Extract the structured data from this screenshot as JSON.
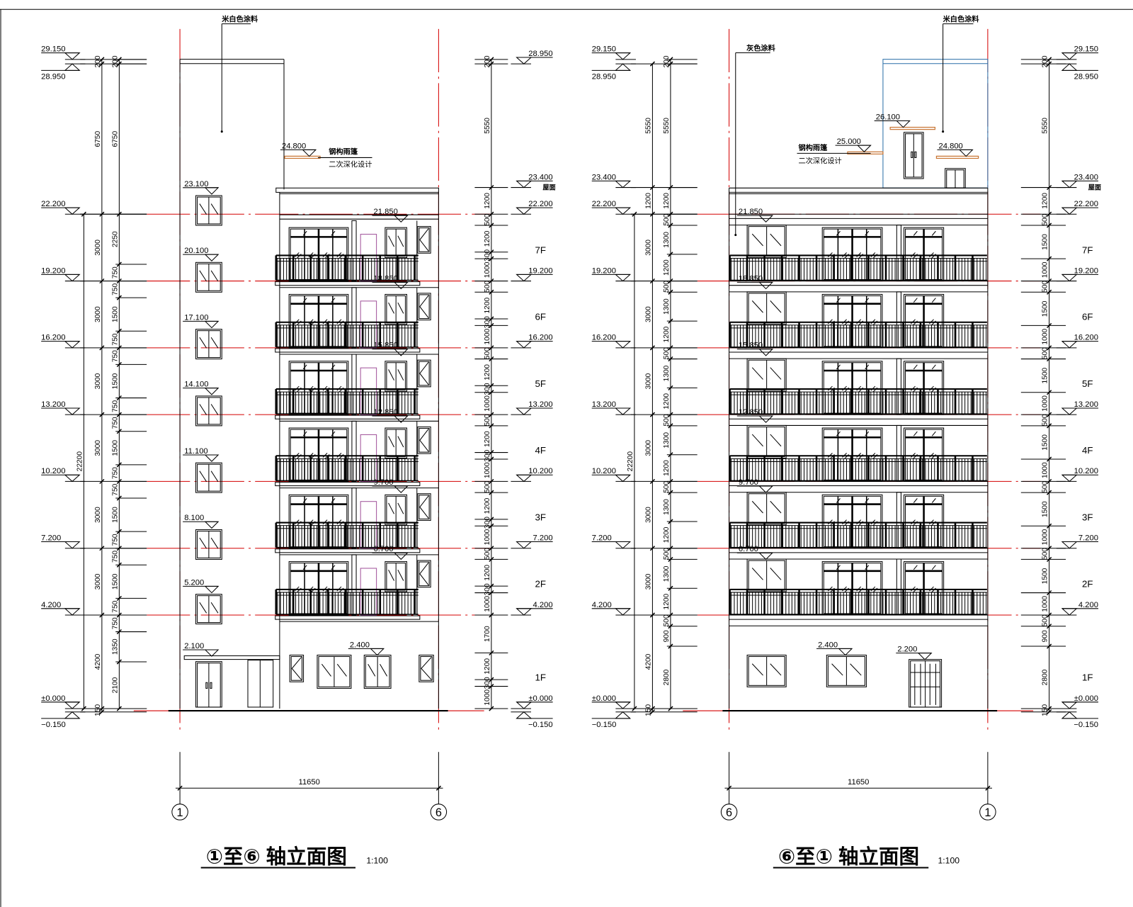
{
  "colors": {
    "axis": "#d40000",
    "canopy": "#c87533",
    "roof_structure": "#2a6fa8",
    "door_outline": "#a0529a",
    "line": "#000000"
  },
  "views": [
    {
      "title": "①至⑥ 轴立面图",
      "scale": "1:100",
      "axis_left": "1",
      "axis_right": "6",
      "span": "11650",
      "roof_label": "屋面",
      "left_markers": [
        {
          "label": "29.150",
          "value": 29.15,
          "inverted": false
        },
        {
          "label": "28.950",
          "value": 28.95,
          "inverted": true
        },
        {
          "label": "22.200",
          "value": 22.2,
          "inverted": false
        },
        {
          "label": "19.200",
          "value": 19.2,
          "inverted": false
        },
        {
          "label": "16.200",
          "value": 16.2,
          "inverted": false
        },
        {
          "label": "13.200",
          "value": 13.2,
          "inverted": false
        },
        {
          "label": "10.200",
          "value": 10.2,
          "inverted": false
        },
        {
          "label": "7.200",
          "value": 7.2,
          "inverted": false
        },
        {
          "label": "4.200",
          "value": 4.2,
          "inverted": false
        },
        {
          "label": "±0.000",
          "value": 0,
          "inverted": false
        },
        {
          "label": "−0.150",
          "value": -0.15,
          "inverted": true
        }
      ],
      "right_markers": [
        {
          "label": "28.950",
          "value": 28.95,
          "inverted": false
        },
        {
          "label": "23.400",
          "value": 23.4,
          "inverted": false,
          "roof": true
        },
        {
          "label": "22.200",
          "value": 22.2,
          "inverted": false
        },
        {
          "label": "19.200",
          "value": 19.2,
          "inverted": false
        },
        {
          "label": "16.200",
          "value": 16.2,
          "inverted": false
        },
        {
          "label": "13.200",
          "value": 13.2,
          "inverted": false
        },
        {
          "label": "10.200",
          "value": 10.2,
          "inverted": false
        },
        {
          "label": "7.200",
          "value": 7.2,
          "inverted": false
        },
        {
          "label": "4.200",
          "value": 4.2,
          "inverted": false
        },
        {
          "label": "±0.000",
          "value": 0,
          "inverted": false
        },
        {
          "label": "−0.150",
          "value": -0.15,
          "inverted": true
        }
      ],
      "floor_labels": [
        {
          "label": "1F",
          "value": 0
        },
        {
          "label": "2F",
          "value": 4.2
        },
        {
          "label": "3F",
          "value": 7.2
        },
        {
          "label": "4F",
          "value": 10.2
        },
        {
          "label": "5F",
          "value": 13.2
        },
        {
          "label": "6F",
          "value": 16.2
        },
        {
          "label": "7F",
          "value": 19.2
        }
      ],
      "chains_left": [
        {
          "start": 0,
          "segments": [
            22200
          ]
        },
        {
          "start": -0.15,
          "segments": [
            150,
            4200,
            3000,
            3000,
            3000,
            3000,
            3000,
            3000,
            6750,
            200
          ]
        },
        {
          "start": 0,
          "segments": [
            2100,
            1350,
            750,
            750,
            1500,
            750,
            750,
            1500,
            750,
            750,
            1500,
            750,
            750,
            1500,
            750,
            750,
            1500,
            750,
            750,
            2250,
            6750,
            200
          ]
        }
      ],
      "chain_right": {
        "start": 0,
        "segments": [
          1000,
          300,
          1200,
          1700,
          1000,
          300,
          1200,
          500,
          1000,
          300,
          1200,
          500,
          1000,
          300,
          1200,
          500,
          1000,
          300,
          1200,
          500,
          1000,
          300,
          1200,
          500,
          1000,
          300,
          1200,
          500,
          1200,
          5550,
          200
        ]
      },
      "marks": {
        "tower_windows": [
          {
            "label": "23.100",
            "value": 23.1
          },
          {
            "label": "20.100",
            "value": 20.1
          },
          {
            "label": "17.100",
            "value": 17.1
          },
          {
            "label": "14.100",
            "value": 14.1
          },
          {
            "label": "11.100",
            "value": 11.1
          },
          {
            "label": "8.100",
            "value": 8.1
          },
          {
            "label": "5.200",
            "value": 5.2
          }
        ],
        "tower_door": {
          "label": "2.100",
          "value": 2.1
        },
        "floor_heads": [
          {
            "label": "6.700",
            "value": 6.7,
            "floor": 4.2
          },
          {
            "label": "9.700",
            "value": 9.7,
            "floor": 7.2
          },
          {
            "label": "12.850",
            "value": 12.85,
            "floor": 10.2
          },
          {
            "label": "15.850",
            "value": 15.85,
            "floor": 13.2
          },
          {
            "label": "18.850",
            "value": 18.85,
            "floor": 16.2
          },
          {
            "label": "21.850",
            "value": 21.85,
            "floor": 19.2
          }
        ],
        "ground_windows": {
          "label": "2.400",
          "value": 2.4
        },
        "canopy": {
          "label": "24.800",
          "value": 24.8
        }
      },
      "notes": {
        "finish": "米白色涂料",
        "canopy_1": "钢构雨篷",
        "canopy_2": "二次深化设计"
      }
    },
    {
      "title": "⑥至① 轴立面图",
      "scale": "1:100",
      "axis_left": "6",
      "axis_right": "1",
      "span": "11650",
      "roof_label": "屋面",
      "left_markers": [
        {
          "label": "29.150",
          "value": 29.15,
          "inverted": false
        },
        {
          "label": "28.950",
          "value": 28.95,
          "inverted": true
        },
        {
          "label": "23.400",
          "value": 23.4,
          "inverted": false
        },
        {
          "label": "22.200",
          "value": 22.2,
          "inverted": false
        },
        {
          "label": "19.200",
          "value": 19.2,
          "inverted": false
        },
        {
          "label": "16.200",
          "value": 16.2,
          "inverted": false
        },
        {
          "label": "13.200",
          "value": 13.2,
          "inverted": false
        },
        {
          "label": "10.200",
          "value": 10.2,
          "inverted": false
        },
        {
          "label": "7.200",
          "value": 7.2,
          "inverted": false
        },
        {
          "label": "4.200",
          "value": 4.2,
          "inverted": false
        },
        {
          "label": "±0.000",
          "value": 0,
          "inverted": false
        },
        {
          "label": "−0.150",
          "value": -0.15,
          "inverted": true
        }
      ],
      "right_markers": [
        {
          "label": "29.150",
          "value": 29.15,
          "inverted": false
        },
        {
          "label": "28.950",
          "value": 28.95,
          "inverted": true
        },
        {
          "label": "23.400",
          "value": 23.4,
          "inverted": false,
          "roof": true
        },
        {
          "label": "22.200",
          "value": 22.2,
          "inverted": false
        },
        {
          "label": "19.200",
          "value": 19.2,
          "inverted": false
        },
        {
          "label": "16.200",
          "value": 16.2,
          "inverted": false
        },
        {
          "label": "13.200",
          "value": 13.2,
          "inverted": false
        },
        {
          "label": "10.200",
          "value": 10.2,
          "inverted": false
        },
        {
          "label": "7.200",
          "value": 7.2,
          "inverted": false
        },
        {
          "label": "4.200",
          "value": 4.2,
          "inverted": false
        },
        {
          "label": "±0.000",
          "value": 0,
          "inverted": false
        },
        {
          "label": "−0.150",
          "value": -0.15,
          "inverted": true
        }
      ],
      "floor_labels": [
        {
          "label": "1F",
          "value": 0
        },
        {
          "label": "2F",
          "value": 4.2
        },
        {
          "label": "3F",
          "value": 7.2
        },
        {
          "label": "4F",
          "value": 10.2
        },
        {
          "label": "5F",
          "value": 13.2
        },
        {
          "label": "6F",
          "value": 16.2
        },
        {
          "label": "7F",
          "value": 19.2
        }
      ],
      "chains_left": [
        {
          "start": 0,
          "segments": [
            22200
          ]
        },
        {
          "start": -0.15,
          "segments": [
            150,
            4200,
            3000,
            3000,
            3000,
            3000,
            3000,
            3000,
            1200,
            5550
          ]
        },
        {
          "start": 0,
          "segments": [
            2800,
            900,
            500,
            1200,
            1300,
            500,
            1200,
            1300,
            500,
            1200,
            1300,
            500,
            1200,
            1300,
            500,
            1200,
            1300,
            500,
            1200,
            1300,
            500,
            1200,
            5550,
            200
          ]
        }
      ],
      "chain_right": {
        "start": -0.15,
        "segments": [
          150,
          2800,
          900,
          500,
          1000,
          1500,
          500,
          1000,
          1500,
          500,
          1000,
          1500,
          500,
          1000,
          1500,
          500,
          1000,
          1500,
          500,
          1000,
          1500,
          500,
          1200,
          5550,
          200
        ]
      },
      "marks": {
        "floor_heads": [
          {
            "label": "6.700",
            "value": 6.7,
            "floor": 4.2
          },
          {
            "label": "9.700",
            "value": 9.7,
            "floor": 7.2
          },
          {
            "label": "12.850",
            "value": 12.85,
            "floor": 10.2
          },
          {
            "label": "15.850",
            "value": 15.85,
            "floor": 13.2
          },
          {
            "label": "18.850",
            "value": 18.85,
            "floor": 16.2
          },
          {
            "label": "21.850",
            "value": 21.85,
            "floor": 19.2
          }
        ],
        "ground_windows": {
          "label": "2.400",
          "value": 2.4
        },
        "ground_door": {
          "label": "2.200",
          "value": 2.2
        },
        "roof_door_canopy": {
          "label": "26.100",
          "value": 26.1
        },
        "canopy_left": {
          "label": "25.000",
          "value": 25.0
        },
        "canopy_right": {
          "label": "24.800",
          "value": 24.8
        }
      },
      "notes": {
        "finish_grey": "灰色涂料",
        "finish": "米白色涂料",
        "canopy_1": "钢构雨篷",
        "canopy_2": "二次深化设计"
      }
    }
  ]
}
